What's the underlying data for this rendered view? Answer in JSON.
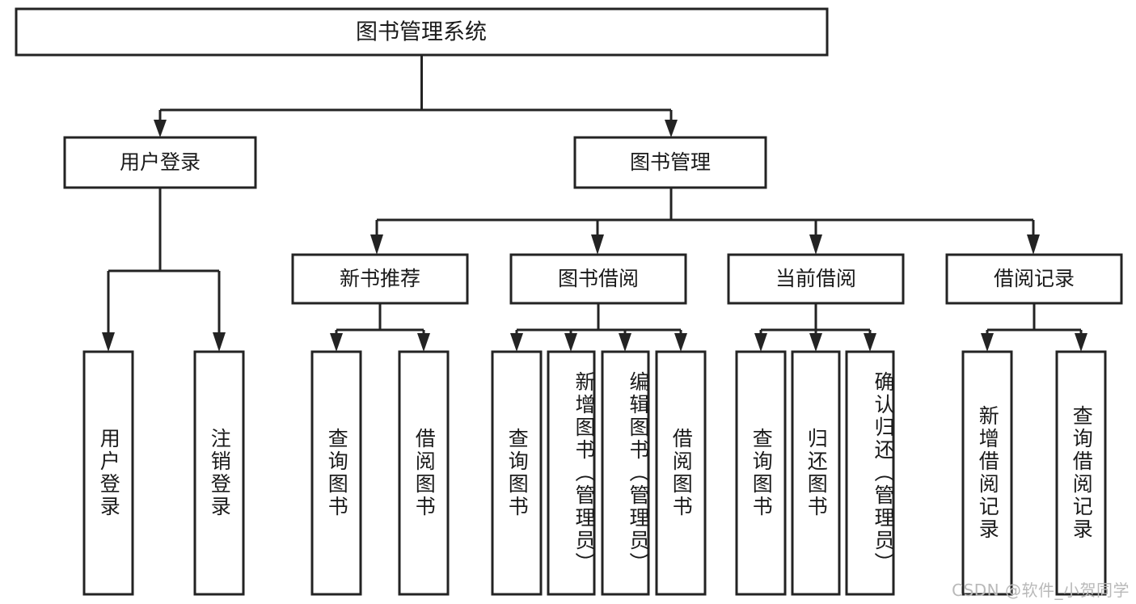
{
  "diagram": {
    "type": "tree-hierarchy",
    "title": "图书管理系统",
    "watermark": "CSDN @软件_小贺同学",
    "colors": {
      "stroke": "#232323",
      "fill": "#ffffff",
      "text": "#1a1a1a",
      "watermark": "#b9b9b9",
      "background": "#ffffff"
    },
    "levels": [
      {
        "level": 1,
        "orientation": "horizontal",
        "nodes": [
          {
            "id": "root",
            "label": "图书管理系统"
          }
        ]
      },
      {
        "level": 2,
        "orientation": "horizontal",
        "nodes": [
          {
            "id": "user-login",
            "label": "用户登录",
            "parent": "root"
          },
          {
            "id": "book-manage",
            "label": "图书管理",
            "parent": "root"
          }
        ]
      },
      {
        "level": 3,
        "orientation": "horizontal",
        "nodes": [
          {
            "id": "new-book-rec",
            "label": "新书推荐",
            "parent": "book-manage"
          },
          {
            "id": "book-borrow",
            "label": "图书借阅",
            "parent": "book-manage"
          },
          {
            "id": "current-borrow",
            "label": "当前借阅",
            "parent": "book-manage"
          },
          {
            "id": "borrow-record",
            "label": "借阅记录",
            "parent": "book-manage"
          }
        ]
      },
      {
        "level": 4,
        "orientation": "vertical",
        "nodes": [
          {
            "id": "leaf-1",
            "label": "用户登录",
            "parent": "user-login"
          },
          {
            "id": "leaf-2",
            "label": "注销登录",
            "parent": "user-login"
          },
          {
            "id": "leaf-3",
            "label": "查询图书",
            "parent": "new-book-rec"
          },
          {
            "id": "leaf-4",
            "label": "借阅图书",
            "parent": "new-book-rec"
          },
          {
            "id": "leaf-5",
            "label": "查询图书",
            "parent": "book-borrow"
          },
          {
            "id": "leaf-6",
            "label": "新增图书（管理员）",
            "parent": "book-borrow"
          },
          {
            "id": "leaf-7",
            "label": "编辑图书（管理员）",
            "parent": "book-borrow"
          },
          {
            "id": "leaf-8",
            "label": "借阅图书",
            "parent": "book-borrow"
          },
          {
            "id": "leaf-9",
            "label": "查询图书",
            "parent": "current-borrow"
          },
          {
            "id": "leaf-10",
            "label": "归还图书",
            "parent": "current-borrow"
          },
          {
            "id": "leaf-11",
            "label": "确认归还（管理员）",
            "parent": "current-borrow"
          },
          {
            "id": "leaf-12",
            "label": "新增借阅记录",
            "parent": "borrow-record"
          },
          {
            "id": "leaf-13",
            "label": "查询借阅记录",
            "parent": "borrow-record"
          }
        ]
      }
    ]
  }
}
